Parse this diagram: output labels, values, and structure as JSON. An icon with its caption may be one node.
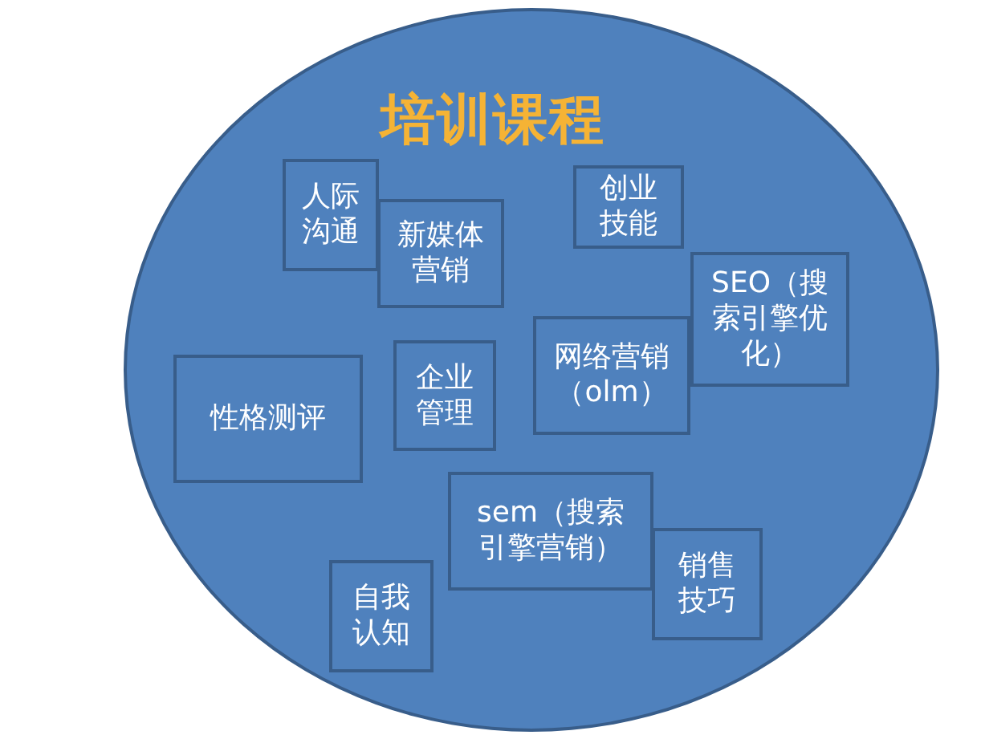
{
  "diagram": {
    "nodes": [
      {
        "text": [
          "培训课程"
        ]
      },
      {
        "text": [
          "人际沟通"
        ],
        "in": 0
      },
      {
        "text": [
          "新媒体营销"
        ],
        "in": 0
      },
      {
        "text": [
          "创业技能"
        ],
        "in": 0
      },
      {
        "text": [
          "SEO（搜索引擎优化）"
        ],
        "in": 0
      },
      {
        "text": [
          "网络营销（olm）"
        ],
        "in": 0
      },
      {
        "text": [
          "企业管理"
        ],
        "in": 0
      },
      {
        "text": [
          "性格测评"
        ],
        "in": 0
      },
      {
        "text": [
          "sem（搜索引擎营销）"
        ],
        "in": 0
      },
      {
        "text": [
          "销售技巧"
        ],
        "in": 0
      },
      {
        "text": [
          "自我认知"
        ],
        "in": 0
      }
    ]
  }
}
